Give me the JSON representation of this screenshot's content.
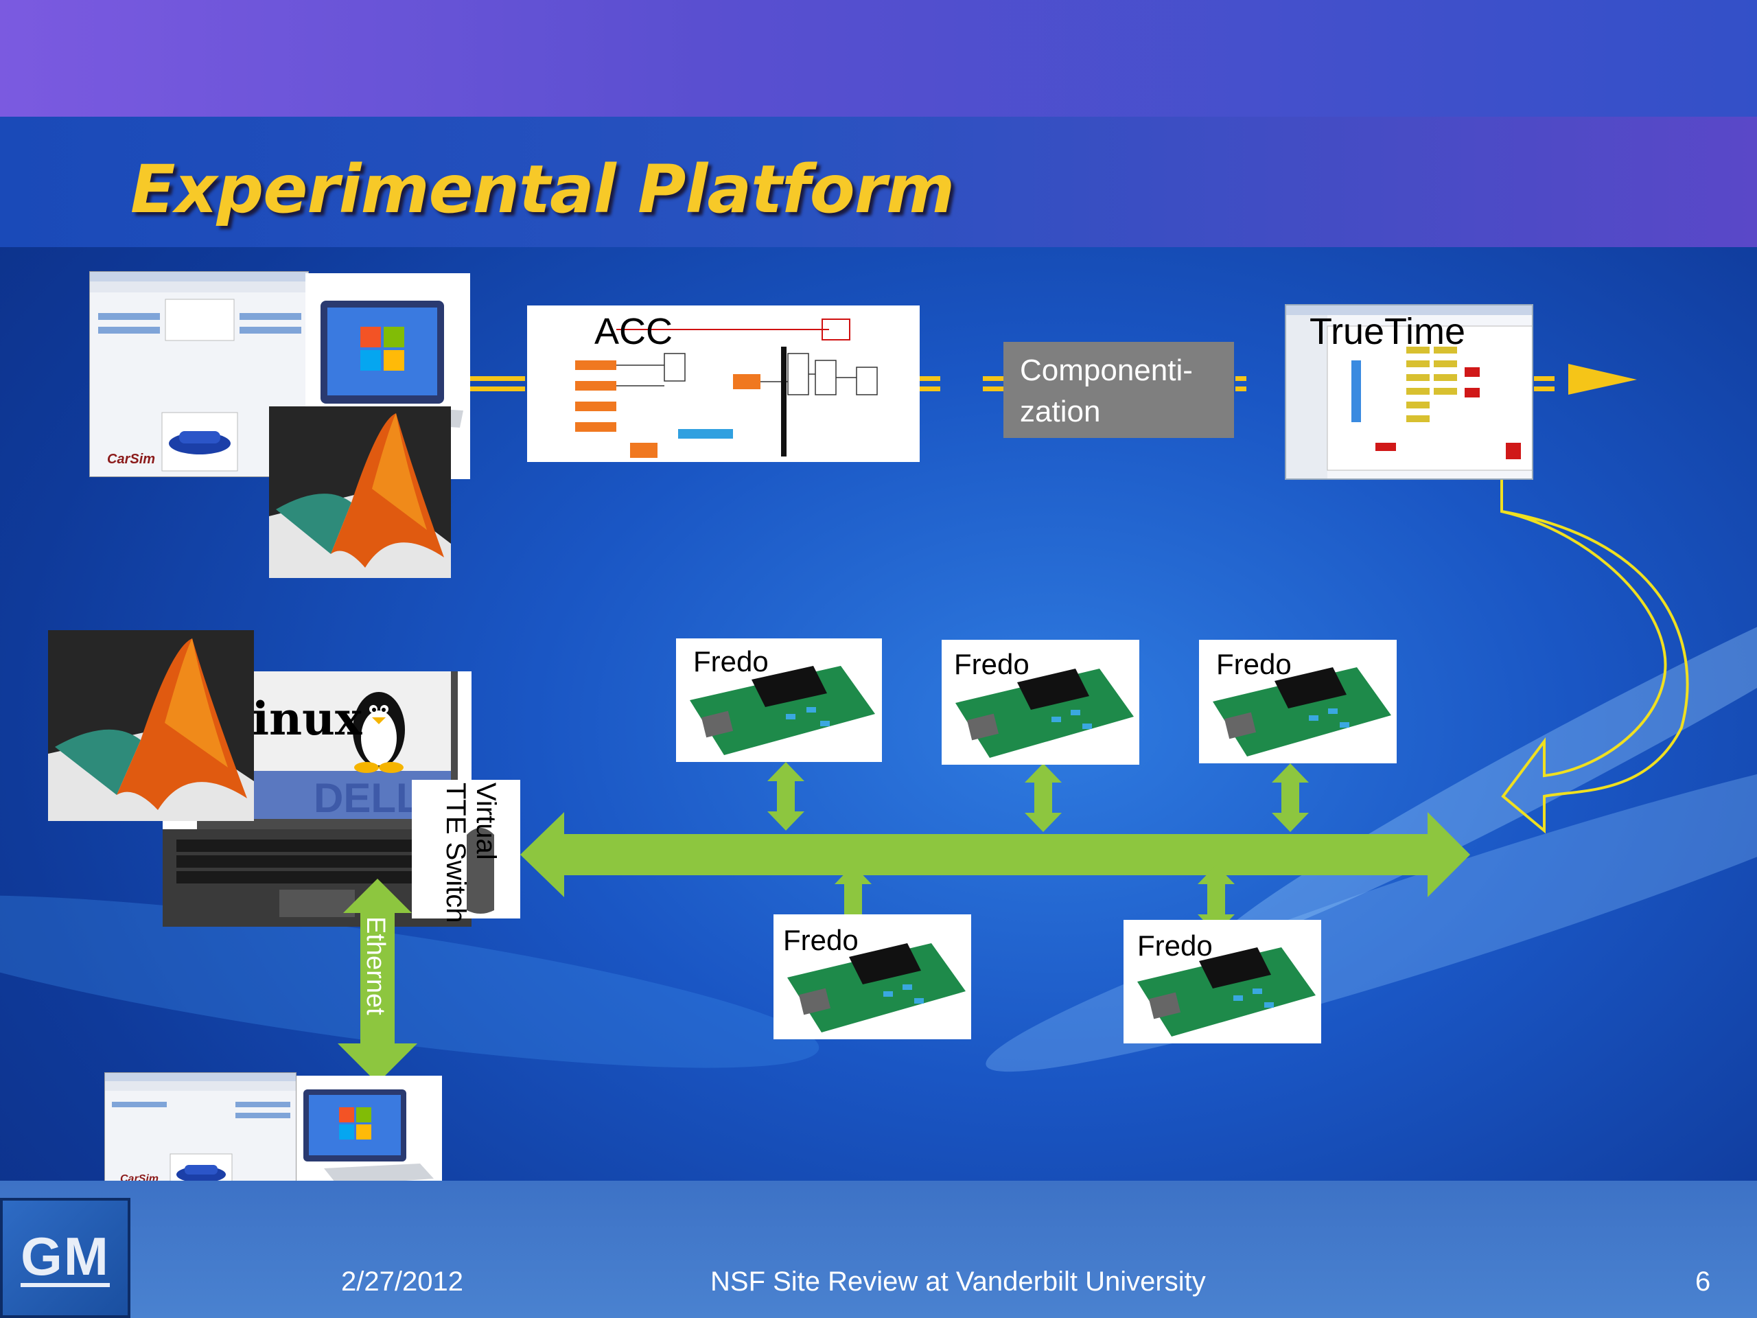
{
  "slide": {
    "title": "Experimental Platform",
    "footer": {
      "date": "2/27/2012",
      "center": "NSF Site Review at Vanderbilt University",
      "page_number": "6",
      "logo_text": "GM"
    }
  },
  "top_flow": {
    "acc_label": "ACC",
    "componentization_label": "Componenti-\nzation",
    "truetime_label": "TrueTime"
  },
  "network": {
    "switch_label": "Virtual TTE Switch",
    "ethernet_label": "Ethernet",
    "node_label": "Fredo",
    "nodes": [
      "Fredo",
      "Fredo",
      "Fredo",
      "Fredo",
      "Fredo"
    ]
  },
  "icons": {
    "carsim_label": "CarSim",
    "linux_label": "inux",
    "laptop_brand": "DELL"
  },
  "colors": {
    "title": "#f7c928",
    "bus_green": "#8dc63f",
    "connector_yellow": "#f5c518",
    "component_box": "#7f7f7f"
  }
}
